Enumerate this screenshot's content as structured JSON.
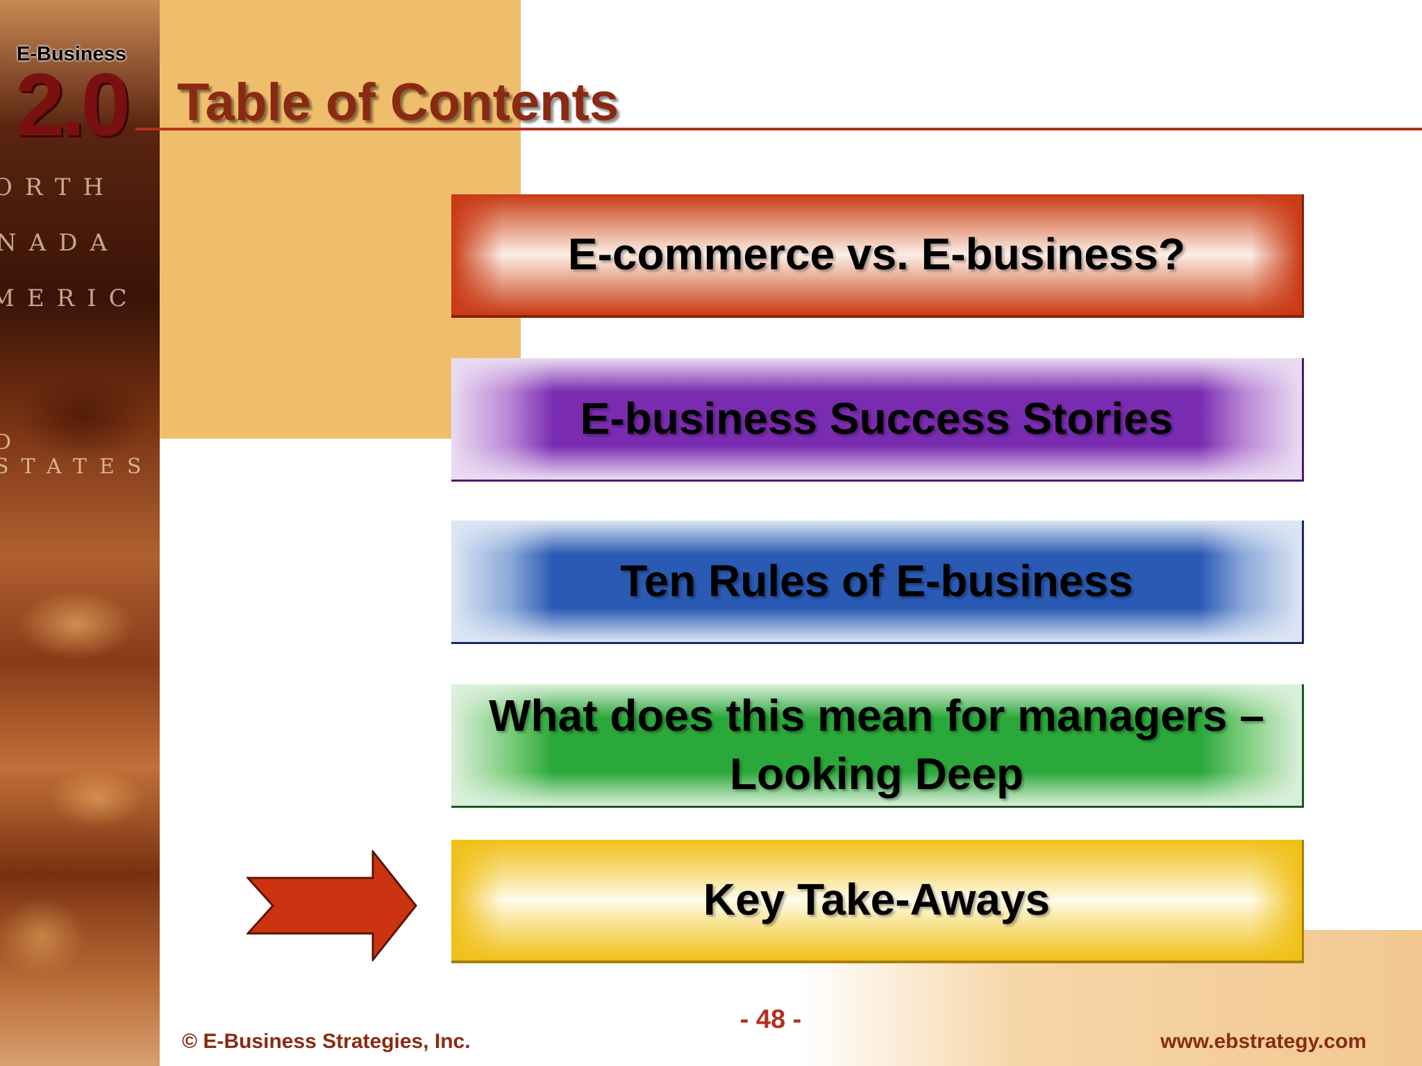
{
  "logo": {
    "small_text": "E-Business",
    "big_text": "2.0"
  },
  "title": "Table of Contents",
  "toc_items": [
    {
      "label": "E-commerce vs. E-business?",
      "color": "#c83a14"
    },
    {
      "label": "E-business Success Stories",
      "color": "#7a2cb0"
    },
    {
      "label": "Ten Rules of E-business",
      "color": "#2a5ab4"
    },
    {
      "label": "What does this mean for managers – Looking Deep",
      "color": "#2aa83a"
    },
    {
      "label": "Key Take-Aways",
      "color": "#f0c018"
    }
  ],
  "current_item_indicator": {
    "icon": "arrow-right-icon",
    "points_to": "Key Take-Aways",
    "color": "#cc3310"
  },
  "footer": {
    "page_number": "- 48 -",
    "copyright": "© E-Business Strategies, Inc.",
    "website": "www.ebstrategy.com"
  }
}
